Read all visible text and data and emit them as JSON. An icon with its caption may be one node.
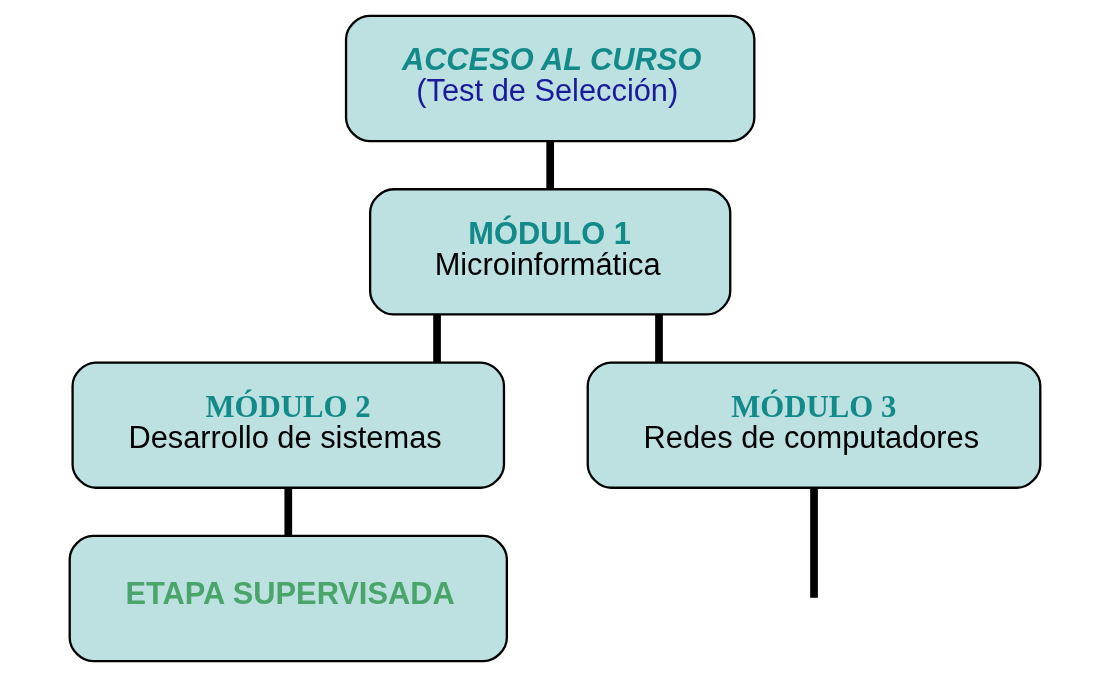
{
  "diagram": {
    "nodes": [
      {
        "text": [
          "ACCESO AL CURSO",
          "(Test de Selección)"
        ]
      },
      {
        "text": [
          "MÓDULO 1",
          "Microinformática"
        ]
      },
      {
        "text": [
          "MÓDULO 2",
          "Desarrollo de sistemas"
        ]
      },
      {
        "text": [
          "MÓDULO 3",
          "Redes de computadores"
        ]
      },
      {
        "text": [
          "ETAPA SUPERVISADA"
        ]
      }
    ],
    "edges": [
      {
        "from": 0,
        "to": 1,
        "arrow": "none"
      },
      {
        "from": 1,
        "to": 2,
        "arrow": "none"
      },
      {
        "from": 1,
        "to": 3,
        "arrow": "none"
      },
      {
        "from": 2,
        "to": 4,
        "arrow": "none"
      },
      {
        "from": 3,
        "to": null,
        "arrow": "none"
      }
    ]
  }
}
